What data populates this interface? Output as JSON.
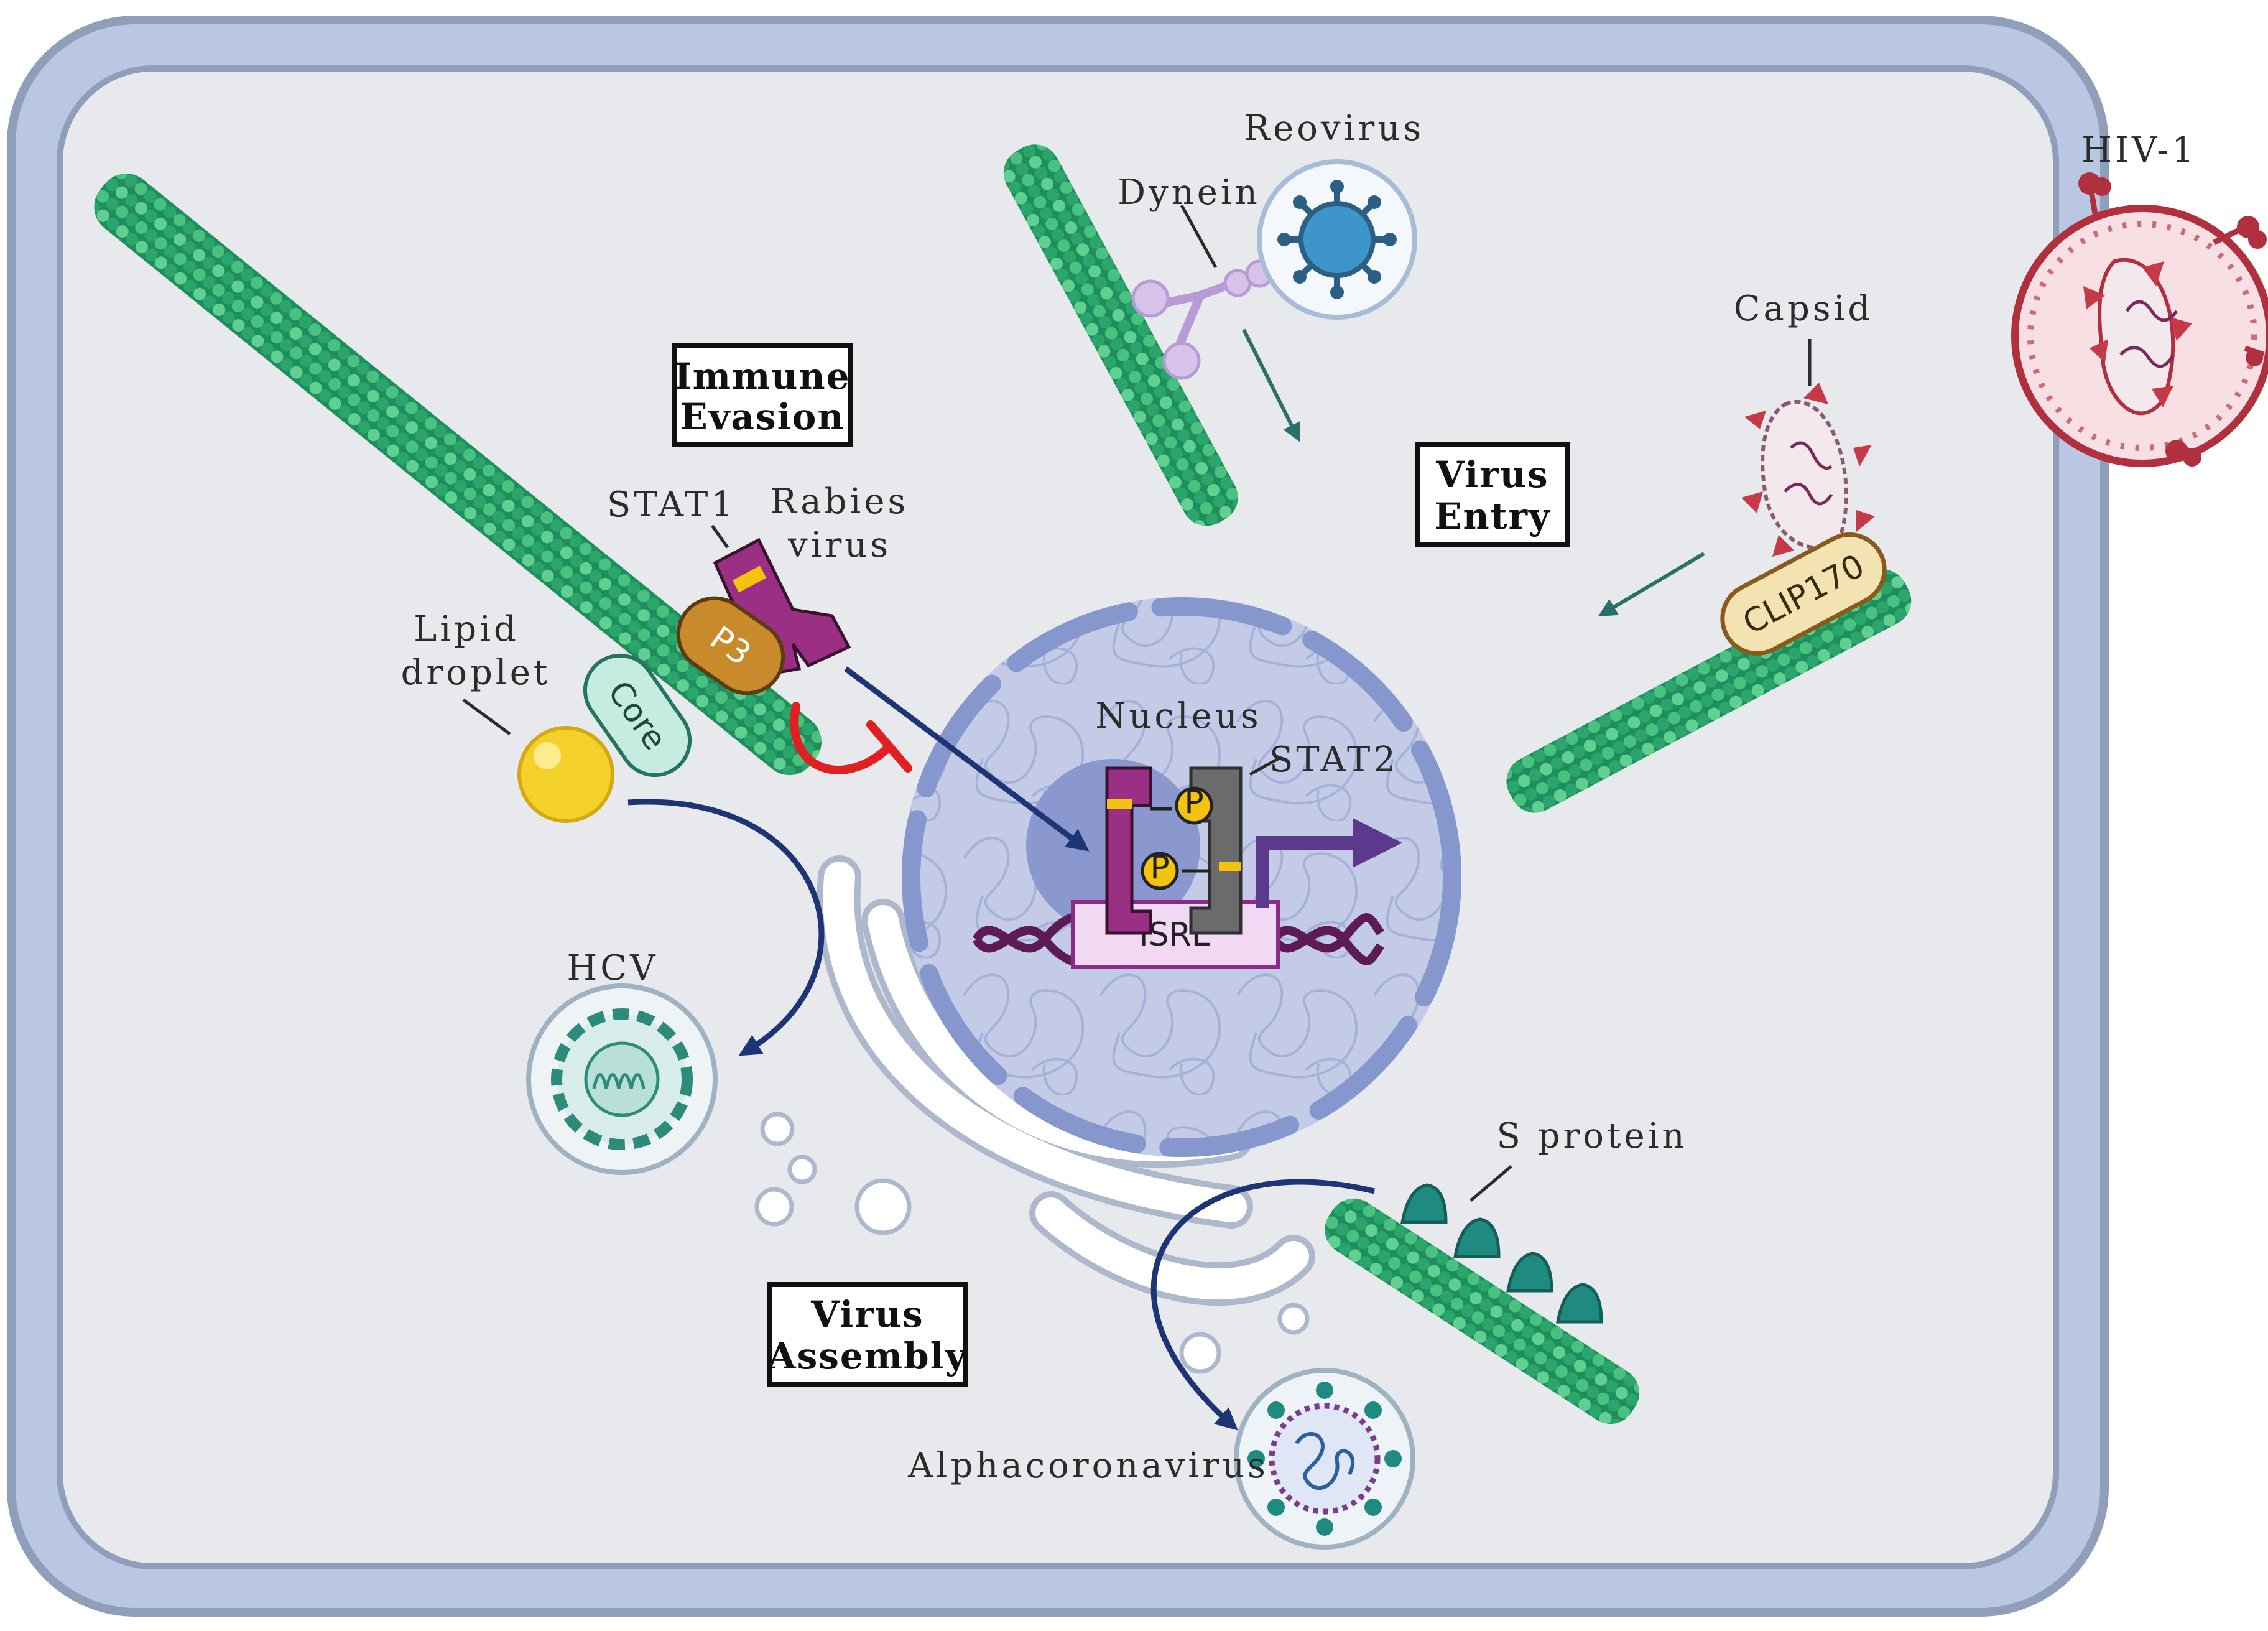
{
  "labels": {
    "reovirus": "Reovirus",
    "dynein": "Dynein",
    "hiv1": "HIV-1",
    "capsid": "Capsid",
    "clip170": "CLIP170",
    "stat1": "STAT1",
    "rabies_line1": "Rabies",
    "rabies_line2": "virus",
    "p3": "P3",
    "lipid_line1": "Lipid",
    "lipid_line2": "droplet",
    "core": "Core",
    "nucleus": "Nucleus",
    "stat2": "STAT2",
    "p_badge": "P",
    "isre": "ISRE",
    "hcv": "HCV",
    "s_protein": "S protein",
    "alphacoronavirus": "Alphacoronavirus"
  },
  "boxes": {
    "immune_evasion": [
      "Immune",
      "Evasion"
    ],
    "virus_entry": [
      "Virus",
      "Entry"
    ],
    "virus_assembly": [
      "Virus",
      "Assembly"
    ]
  },
  "colors": {
    "cytoplasm": "#e8e9ed",
    "membrane": "#b9c7e3",
    "membrane_edge": "#8f9fba",
    "microtubule": "#2ea66f",
    "nucleus": "#c3cbe6",
    "nuclear_envelope": "#8597cc",
    "arrow_navy": "#1d3475",
    "stat1": "#9b2f84",
    "stat2": "#6b6b6b",
    "phospho": "#f2c30f",
    "inhibit": "#e02020",
    "transcription_arrow": "#5b3a8e",
    "hiv": "#b03040",
    "teal_virus": "#1f8a80"
  }
}
